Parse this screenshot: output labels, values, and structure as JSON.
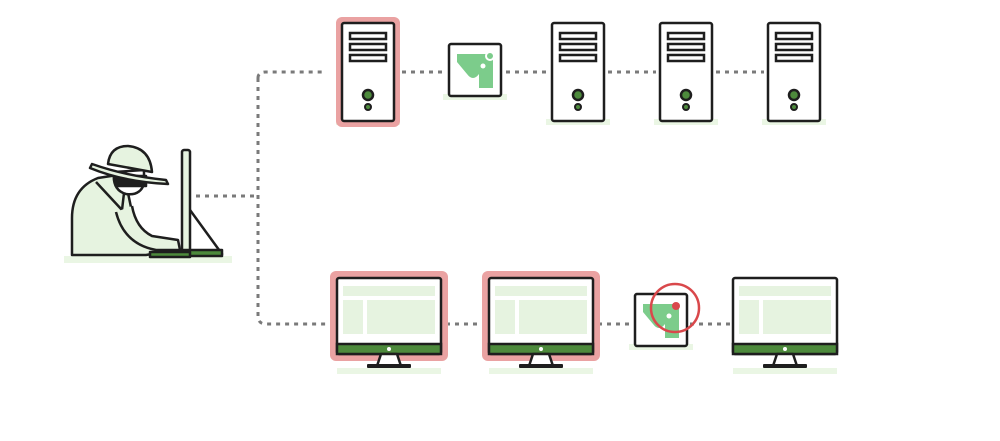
{
  "colors": {
    "outline": "#1e1e1e",
    "connector": "#7a7a7a",
    "compromised_highlight": "#eaa2a2",
    "fill_light_green": "#e6f3e0",
    "accent_green": "#4d8a3c",
    "badge_green": "#7ccc8b",
    "alert_red": "#d9484b",
    "shadow_green": "#eaf6e4"
  },
  "diagram": {
    "attacker": {
      "icon": "hacker-at-computer-icon"
    },
    "server_row": {
      "nodes": [
        {
          "kind": "server",
          "compromised": true
        },
        {
          "kind": "malware-card",
          "infected": false
        },
        {
          "kind": "server",
          "compromised": false
        },
        {
          "kind": "server",
          "compromised": false
        },
        {
          "kind": "server",
          "compromised": false
        }
      ]
    },
    "workstation_row": {
      "nodes": [
        {
          "kind": "monitor",
          "compromised": true
        },
        {
          "kind": "monitor",
          "compromised": true
        },
        {
          "kind": "malware-card",
          "infected": true
        },
        {
          "kind": "monitor",
          "compromised": false
        }
      ]
    }
  }
}
